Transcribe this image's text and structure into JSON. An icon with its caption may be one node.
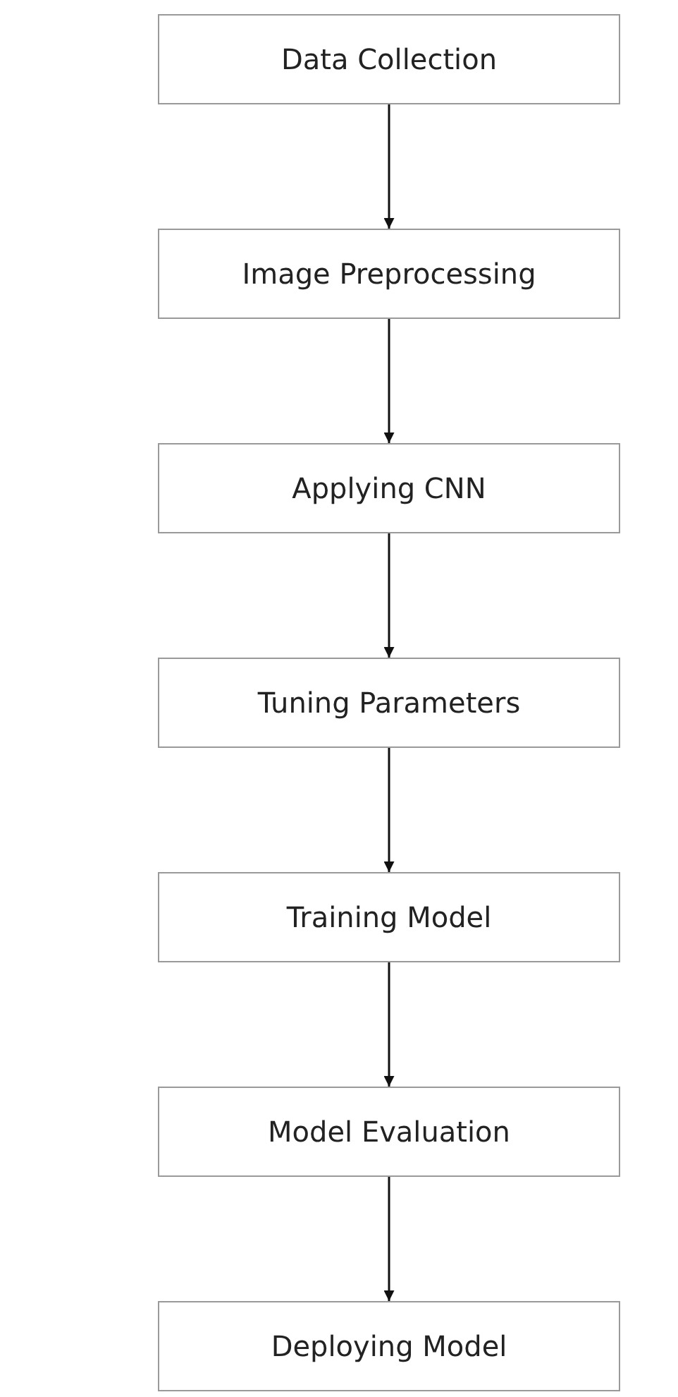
{
  "diagram": {
    "nodes": [
      {
        "text": [
          "Data Collection"
        ]
      },
      {
        "text": [
          "Image Preprocessing"
        ]
      },
      {
        "text": [
          "Applying CNN"
        ]
      },
      {
        "text": [
          "Tuning Parameters"
        ]
      },
      {
        "text": [
          "Training Model"
        ]
      },
      {
        "text": [
          "Model Evaluation"
        ]
      },
      {
        "text": [
          "Deploying Model"
        ]
      }
    ],
    "edges": [
      {
        "from": 0,
        "to": 1,
        "arrow": "to"
      },
      {
        "from": 1,
        "to": 2,
        "arrow": "to"
      },
      {
        "from": 2,
        "to": 3,
        "arrow": "to"
      },
      {
        "from": 3,
        "to": 4,
        "arrow": "to"
      },
      {
        "from": 4,
        "to": 5,
        "arrow": "to"
      },
      {
        "from": 5,
        "to": 6,
        "arrow": "to"
      }
    ]
  }
}
